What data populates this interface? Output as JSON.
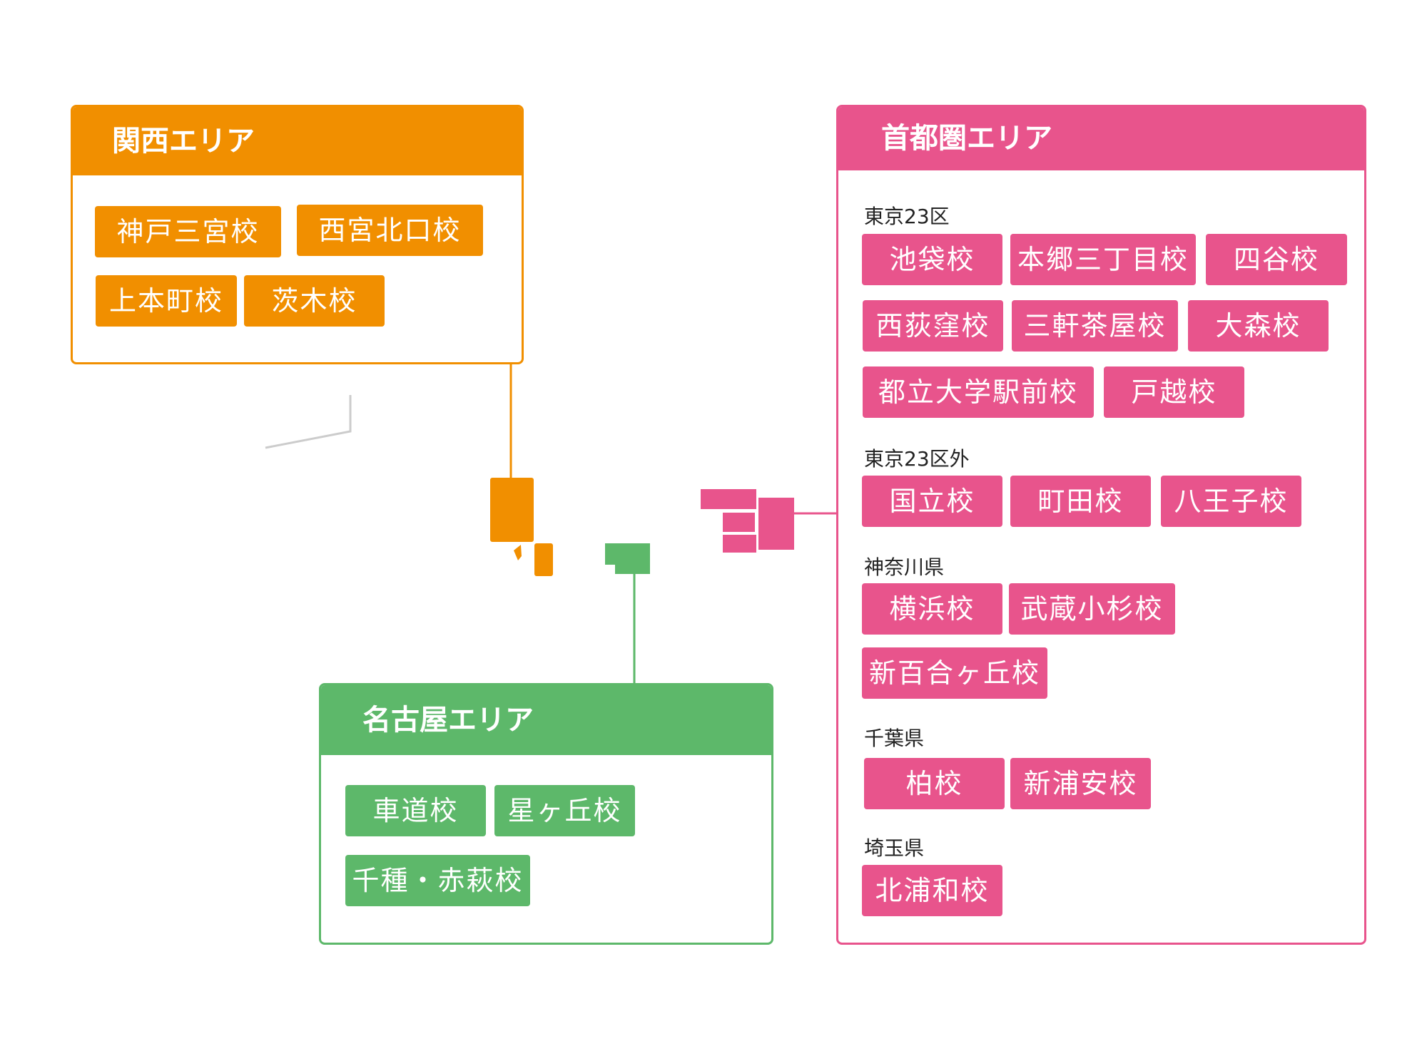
{
  "kansai": {
    "title": "関西エリア",
    "color": "#f18f00",
    "schools": [
      "神戸三宮校",
      "西宮北口校",
      "上本町校",
      "茨木校"
    ]
  },
  "nagoya": {
    "title": "名古屋エリア",
    "color": "#5db86a",
    "schools": [
      "車道校",
      "星ヶ丘校",
      "千種・赤萩校"
    ]
  },
  "shuto": {
    "title": "首都圏エリア",
    "color": "#e8548c",
    "groups": [
      {
        "label": "東京23区",
        "schools": [
          "池袋校",
          "本郷三丁目校",
          "四谷校",
          "西荻窪校",
          "三軒茶屋校",
          "大森校",
          "都立大学駅前校",
          "戸越校"
        ]
      },
      {
        "label": "東京23区外",
        "schools": [
          "国立校",
          "町田校",
          "八王子校"
        ]
      },
      {
        "label": "神奈川県",
        "schools": [
          "横浜校",
          "武蔵小杉校",
          "新百合ヶ丘校"
        ]
      },
      {
        "label": "千葉県",
        "schools": [
          "柏校",
          "新浦安校"
        ]
      },
      {
        "label": "埼玉県",
        "schools": [
          "北浦和校"
        ]
      }
    ]
  }
}
